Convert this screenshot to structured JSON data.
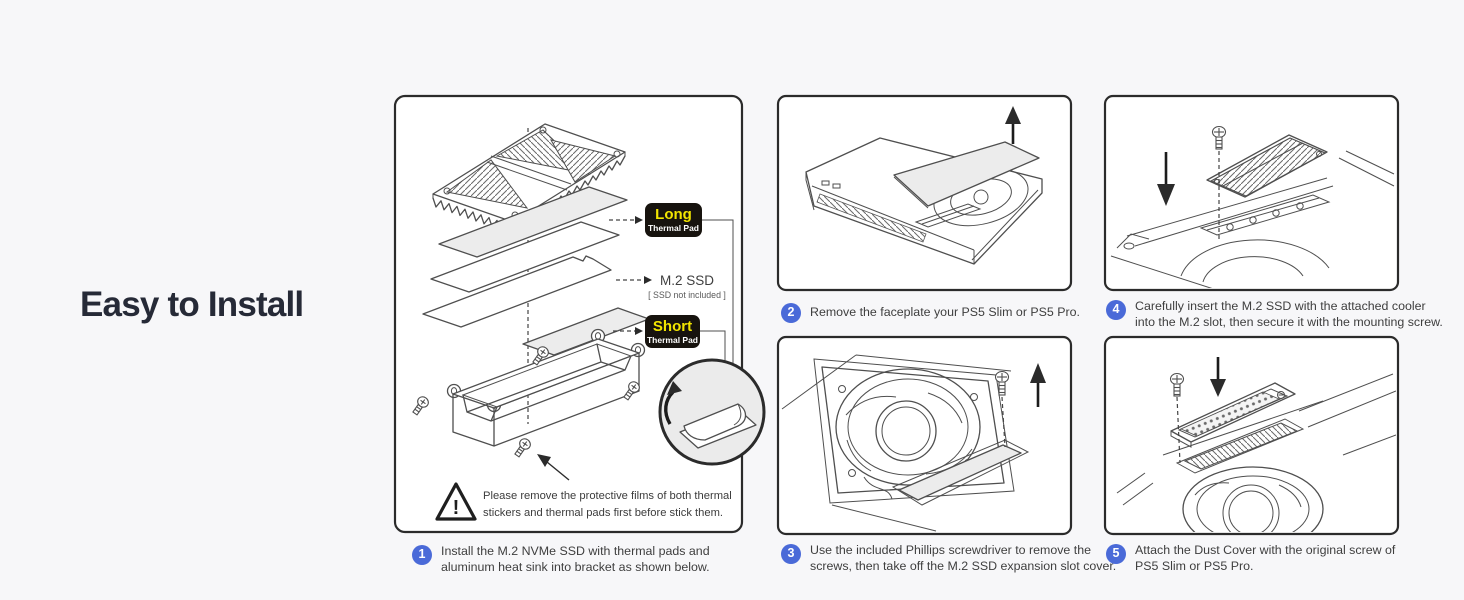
{
  "title": "Easy to Install",
  "colors": {
    "background": "#f7f7f9",
    "panel_bg": "#ffffff",
    "panel_border": "#2b2b2b",
    "accent_blue": "#4a6ad8",
    "badge_bg": "#17130e",
    "badge_yellow": "#f2e500",
    "title_color": "#262a37",
    "body_text": "#3e3e3e",
    "line_art": "#4f4f4f"
  },
  "panel1": {
    "long_badge": {
      "title": "Long",
      "subtitle": "Thermal Pad"
    },
    "ssd_label": {
      "title": "M.2 SSD",
      "note": "[ SSD not included ]"
    },
    "short_badge": {
      "title": "Short",
      "subtitle": "Thermal Pad"
    },
    "warning": {
      "mark": "!",
      "line1": "Please remove the protective films of both thermal",
      "line2": "stickers and thermal pads first before stick them."
    }
  },
  "steps": [
    {
      "number": "1",
      "text": "Install the M.2 NVMe SSD with thermal pads and aluminum heat sink into bracket as shown below."
    },
    {
      "number": "2",
      "text": "Remove the faceplate your PS5 Slim or PS5 Pro."
    },
    {
      "number": "3",
      "text": "Use the included Phillips screwdriver to remove the screws, then take off the M.2 SSD expansion slot cover."
    },
    {
      "number": "4",
      "text": "Carefully insert the M.2 SSD with the attached cooler into the M.2 slot, then secure it with the mounting screw."
    },
    {
      "number": "5",
      "text": "Attach the Dust Cover with the original screw of PS5 Slim or PS5 Pro."
    }
  ]
}
